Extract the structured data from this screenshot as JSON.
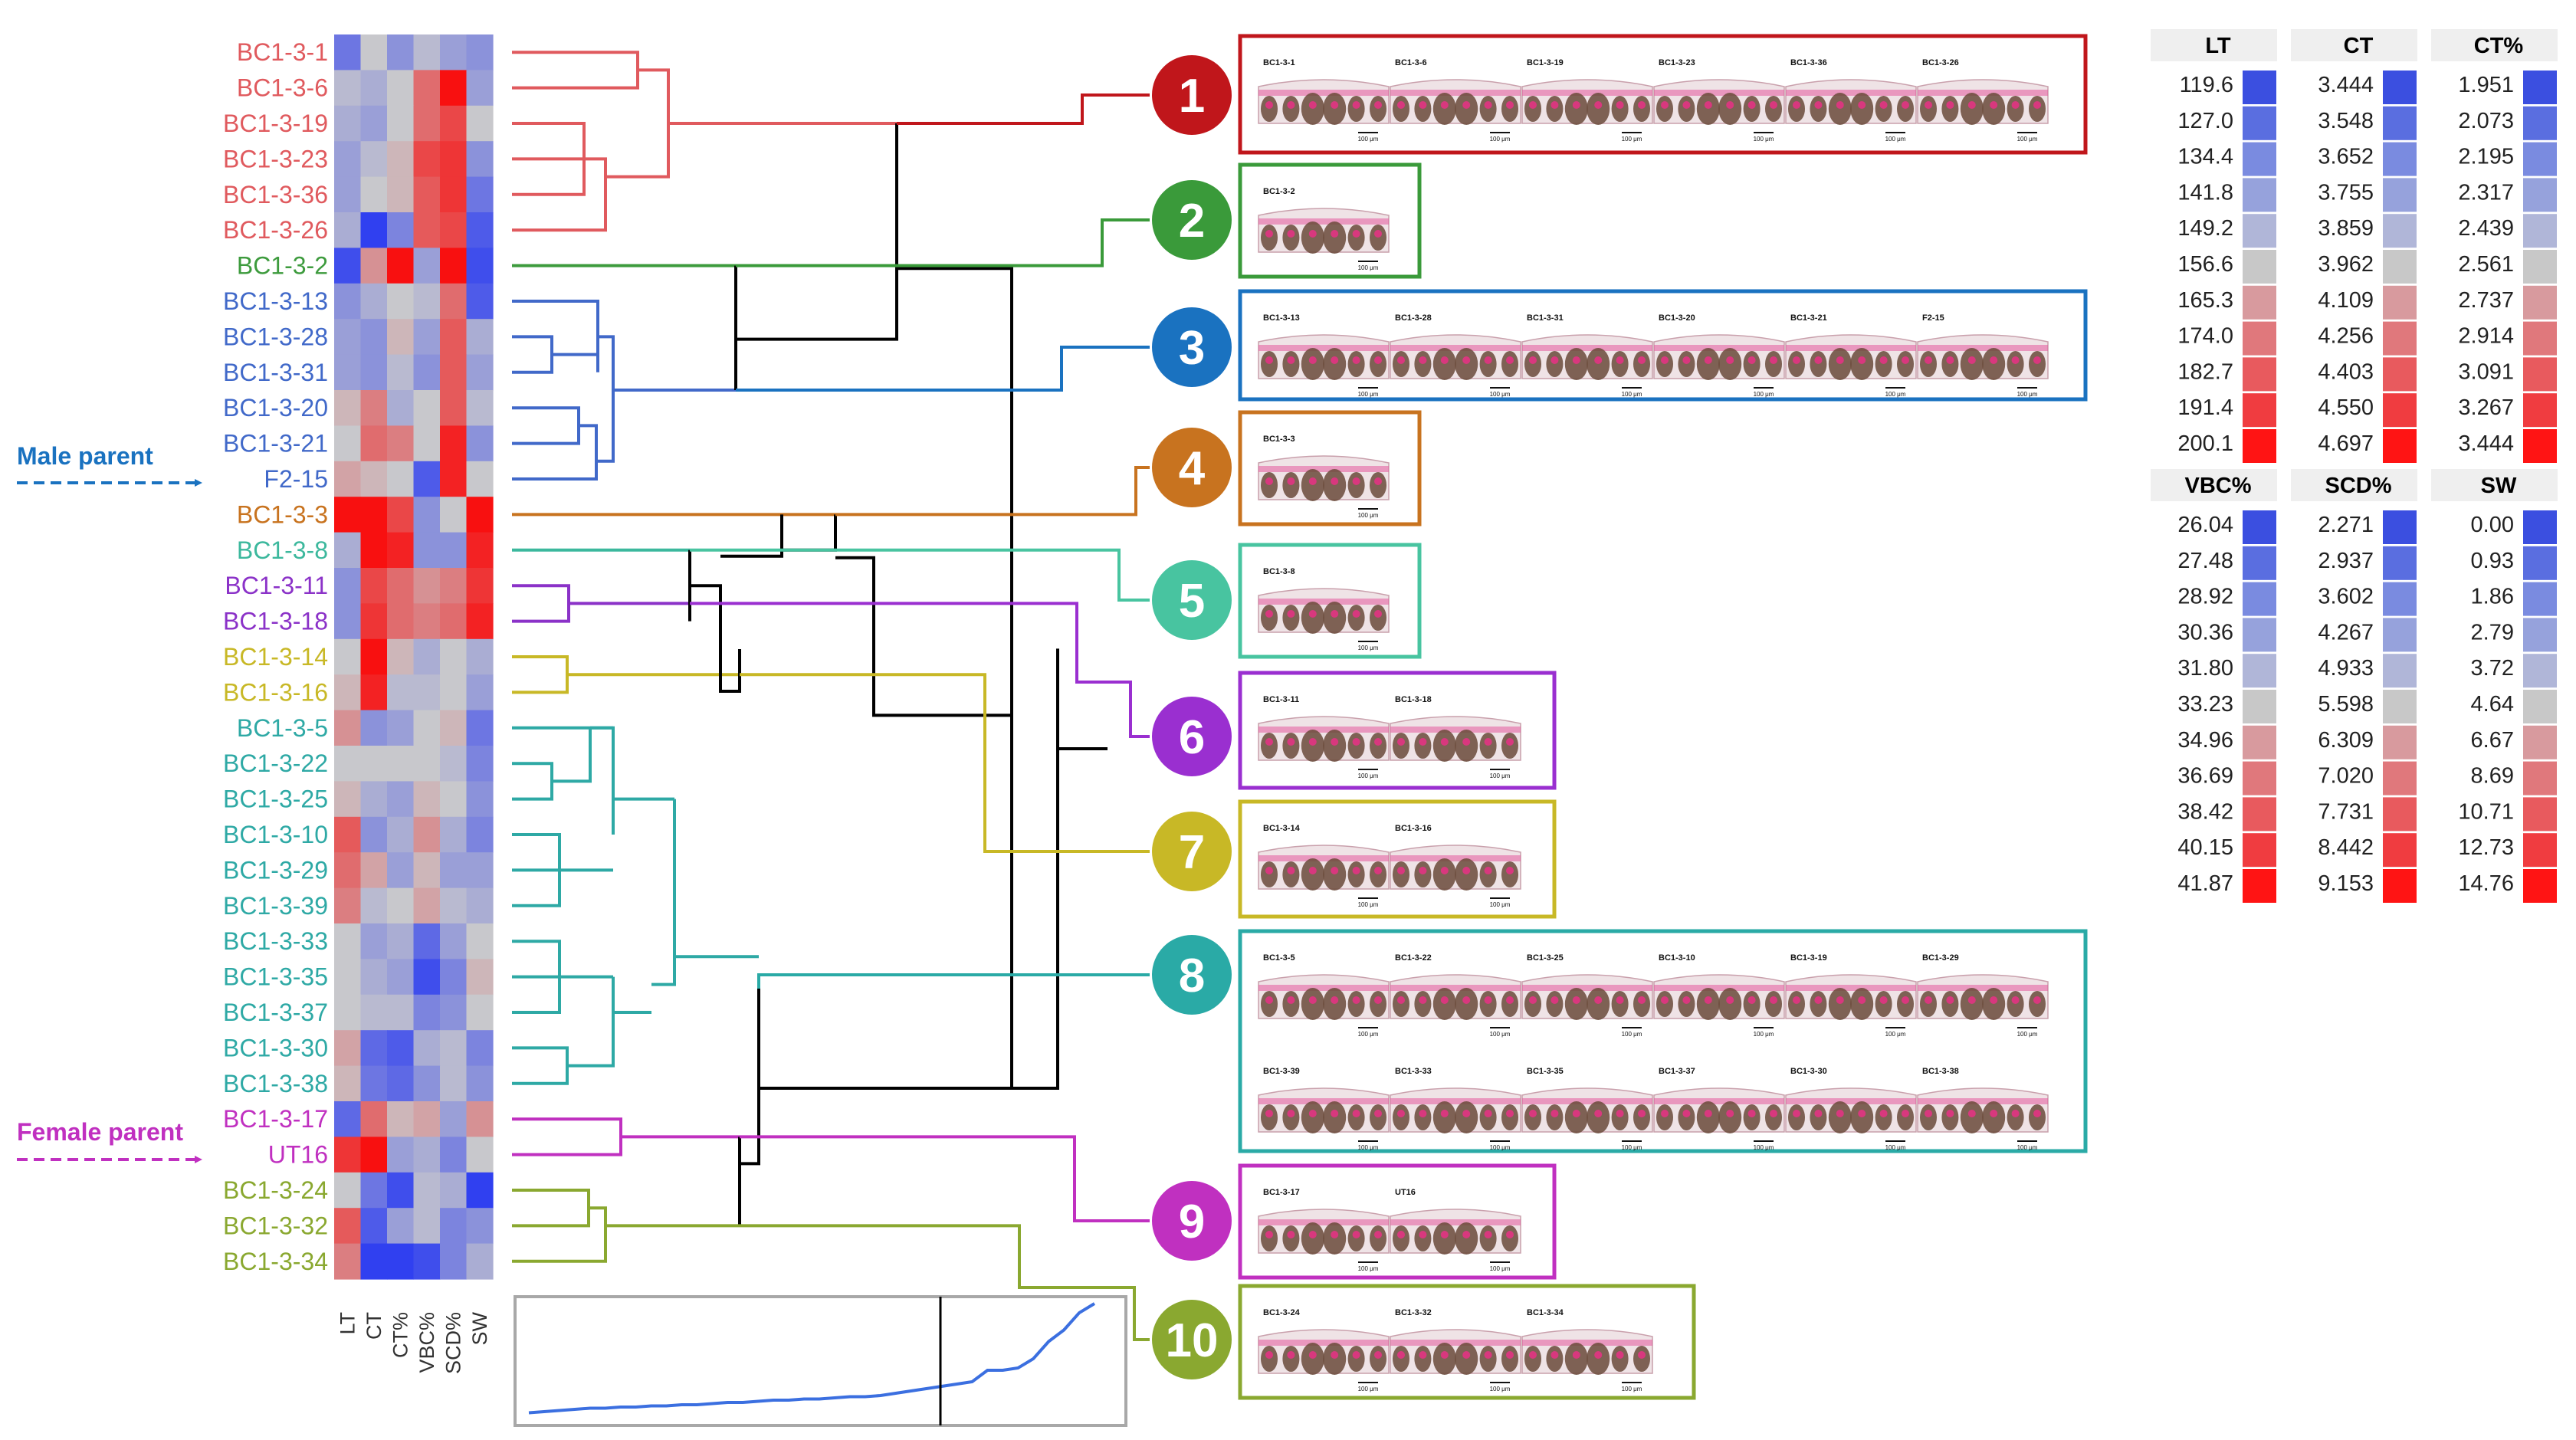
{
  "heatmap": {
    "columns": [
      "LT",
      "CT",
      "CT%",
      "VBC%",
      "SCD%",
      "SW"
    ],
    "rows": [
      {
        "name": "BC1-3-1",
        "group": 1,
        "values": [
          0.2,
          0.5,
          0.3,
          0.45,
          0.35,
          0.3
        ]
      },
      {
        "name": "BC1-3-6",
        "group": 1,
        "values": [
          0.45,
          0.4,
          0.5,
          0.75,
          1.0,
          0.35
        ]
      },
      {
        "name": "BC1-3-19",
        "group": 1,
        "values": [
          0.4,
          0.35,
          0.5,
          0.75,
          0.85,
          0.5
        ]
      },
      {
        "name": "BC1-3-23",
        "group": 1,
        "values": [
          0.35,
          0.45,
          0.55,
          0.85,
          0.9,
          0.3
        ]
      },
      {
        "name": "BC1-3-36",
        "group": 1,
        "values": [
          0.35,
          0.5,
          0.55,
          0.8,
          0.9,
          0.2
        ]
      },
      {
        "name": "BC1-3-26",
        "group": 1,
        "values": [
          0.4,
          0.0,
          0.25,
          0.8,
          0.85,
          0.1
        ]
      },
      {
        "name": "BC1-3-2",
        "group": 2,
        "values": [
          0.05,
          0.65,
          1.0,
          0.35,
          1.0,
          0.05
        ]
      },
      {
        "name": "BC1-3-13",
        "group": 3,
        "values": [
          0.3,
          0.4,
          0.5,
          0.45,
          0.75,
          0.1
        ]
      },
      {
        "name": "BC1-3-28",
        "group": 3,
        "values": [
          0.35,
          0.3,
          0.55,
          0.35,
          0.8,
          0.4
        ]
      },
      {
        "name": "BC1-3-31",
        "group": 3,
        "values": [
          0.35,
          0.3,
          0.45,
          0.3,
          0.8,
          0.35
        ]
      },
      {
        "name": "BC1-3-20",
        "group": 3,
        "values": [
          0.55,
          0.7,
          0.4,
          0.5,
          0.8,
          0.45
        ]
      },
      {
        "name": "BC1-3-21",
        "group": 3,
        "values": [
          0.5,
          0.75,
          0.7,
          0.5,
          0.95,
          0.3
        ]
      },
      {
        "name": "F2-15",
        "group": 3,
        "values": [
          0.6,
          0.55,
          0.5,
          0.1,
          0.95,
          0.5
        ]
      },
      {
        "name": "BC1-3-3",
        "group": 4,
        "values": [
          1.0,
          1.0,
          0.85,
          0.3,
          0.5,
          1.0
        ]
      },
      {
        "name": "BC1-3-8",
        "group": 5,
        "values": [
          0.4,
          1.0,
          0.95,
          0.3,
          0.3,
          0.95
        ]
      },
      {
        "name": "BC1-3-11",
        "group": 6,
        "values": [
          0.3,
          0.85,
          0.75,
          0.65,
          0.7,
          0.9
        ]
      },
      {
        "name": "BC1-3-18",
        "group": 6,
        "values": [
          0.3,
          0.9,
          0.75,
          0.7,
          0.75,
          0.95
        ]
      },
      {
        "name": "BC1-3-14",
        "group": 7,
        "values": [
          0.5,
          1.0,
          0.55,
          0.4,
          0.5,
          0.4
        ]
      },
      {
        "name": "BC1-3-16",
        "group": 7,
        "values": [
          0.55,
          0.95,
          0.45,
          0.45,
          0.5,
          0.35
        ]
      },
      {
        "name": "BC1-3-5",
        "group": 8,
        "values": [
          0.65,
          0.3,
          0.35,
          0.5,
          0.55,
          0.2
        ]
      },
      {
        "name": "BC1-3-22",
        "group": 8,
        "values": [
          0.5,
          0.5,
          0.5,
          0.5,
          0.45,
          0.25
        ]
      },
      {
        "name": "BC1-3-25",
        "group": 8,
        "values": [
          0.55,
          0.4,
          0.35,
          0.55,
          0.5,
          0.3
        ]
      },
      {
        "name": "BC1-3-10",
        "group": 8,
        "values": [
          0.8,
          0.3,
          0.4,
          0.65,
          0.4,
          0.25
        ]
      },
      {
        "name": "BC1-3-29",
        "group": 8,
        "values": [
          0.75,
          0.6,
          0.35,
          0.55,
          0.35,
          0.35
        ]
      },
      {
        "name": "BC1-3-39",
        "group": 8,
        "values": [
          0.7,
          0.45,
          0.5,
          0.6,
          0.45,
          0.4
        ]
      },
      {
        "name": "BC1-3-33",
        "group": 8,
        "values": [
          0.5,
          0.35,
          0.4,
          0.15,
          0.35,
          0.5
        ]
      },
      {
        "name": "BC1-3-35",
        "group": 8,
        "values": [
          0.5,
          0.4,
          0.35,
          0.05,
          0.25,
          0.55
        ]
      },
      {
        "name": "BC1-3-37",
        "group": 8,
        "values": [
          0.5,
          0.45,
          0.45,
          0.25,
          0.3,
          0.5
        ]
      },
      {
        "name": "BC1-3-30",
        "group": 8,
        "values": [
          0.6,
          0.15,
          0.1,
          0.4,
          0.45,
          0.25
        ]
      },
      {
        "name": "BC1-3-38",
        "group": 8,
        "values": [
          0.55,
          0.2,
          0.15,
          0.3,
          0.45,
          0.3
        ]
      },
      {
        "name": "BC1-3-17",
        "group": 9,
        "values": [
          0.15,
          0.75,
          0.55,
          0.6,
          0.35,
          0.65
        ]
      },
      {
        "name": "UT16",
        "group": 9,
        "values": [
          0.9,
          1.0,
          0.35,
          0.4,
          0.25,
          0.5
        ]
      },
      {
        "name": "BC1-3-24",
        "group": 10,
        "values": [
          0.5,
          0.2,
          0.05,
          0.45,
          0.4,
          0.0
        ]
      },
      {
        "name": "BC1-3-32",
        "group": 10,
        "values": [
          0.8,
          0.1,
          0.35,
          0.45,
          0.25,
          0.3
        ]
      },
      {
        "name": "BC1-3-34",
        "group": 10,
        "values": [
          0.7,
          0.0,
          0.0,
          0.05,
          0.25,
          0.4
        ]
      }
    ]
  },
  "group_colors": {
    "1": "#e05a5e",
    "2": "#3d9b3d",
    "3": "#4169c9",
    "4": "#c8731f",
    "5": "#3cb89d",
    "6": "#8b32c8",
    "7": "#c8b826",
    "8": "#2ea9a5",
    "9": "#c030c0",
    "10": "#8aa830"
  },
  "clusters": [
    {
      "number": "1",
      "color": "#c0161b",
      "samples": [
        "BC1-3-1",
        "BC1-3-6",
        "BC1-3-19",
        "BC1-3-23",
        "BC1-3-36",
        "BC1-3-26"
      ]
    },
    {
      "number": "2",
      "color": "#3a9a3a",
      "samples": [
        "BC1-3-2"
      ]
    },
    {
      "number": "3",
      "color": "#1a72c0",
      "samples": [
        "BC1-3-13",
        "BC1-3-28",
        "BC1-3-31",
        "BC1-3-20",
        "BC1-3-21",
        "F2-15"
      ]
    },
    {
      "number": "4",
      "color": "#c8731f",
      "samples": [
        "BC1-3-3"
      ]
    },
    {
      "number": "5",
      "color": "#48c4a0",
      "samples": [
        "BC1-3-8"
      ]
    },
    {
      "number": "6",
      "color": "#9a2fd0",
      "samples": [
        "BC1-3-11",
        "BC1-3-18"
      ]
    },
    {
      "number": "7",
      "color": "#c8b826",
      "samples": [
        "BC1-3-14",
        "BC1-3-16"
      ]
    },
    {
      "number": "8",
      "color": "#2aaaa6",
      "samples": [
        "BC1-3-5",
        "BC1-3-22",
        "BC1-3-25",
        "BC1-3-10",
        "BC1-3-19",
        "BC1-3-29",
        "BC1-3-39",
        "BC1-3-33",
        "BC1-3-35",
        "BC1-3-37",
        "BC1-3-30",
        "BC1-3-38"
      ]
    },
    {
      "number": "9",
      "color": "#c030c0",
      "samples": [
        "BC1-3-17",
        "UT16"
      ]
    },
    {
      "number": "10",
      "color": "#8aa830",
      "samples": [
        "BC1-3-24",
        "BC1-3-32",
        "BC1-3-34"
      ]
    }
  ],
  "parents": {
    "male": "Male parent",
    "female": "Female parent",
    "male_color": "#1a72c0",
    "female_color": "#c030c0"
  },
  "scale_bar_text": "100 μm",
  "legends": [
    {
      "title": "LT",
      "values": [
        "119.6",
        "127.0",
        "134.4",
        "141.8",
        "149.2",
        "156.6",
        "165.3",
        "174.0",
        "182.7",
        "191.4",
        "200.1"
      ]
    },
    {
      "title": "CT",
      "values": [
        "3.444",
        "3.548",
        "3.652",
        "3.755",
        "3.859",
        "3.962",
        "4.109",
        "4.256",
        "4.403",
        "4.550",
        "4.697"
      ]
    },
    {
      "title": "CT%",
      "values": [
        "1.951",
        "2.073",
        "2.195",
        "2.317",
        "2.439",
        "2.561",
        "2.737",
        "2.914",
        "3.091",
        "3.267",
        "3.444"
      ]
    },
    {
      "title": "VBC%",
      "values": [
        "26.04",
        "27.48",
        "28.92",
        "30.36",
        "31.80",
        "33.23",
        "34.96",
        "36.69",
        "38.42",
        "40.15",
        "41.87"
      ]
    },
    {
      "title": "SCD%",
      "values": [
        "2.271",
        "2.937",
        "3.602",
        "4.267",
        "4.933",
        "5.598",
        "6.309",
        "7.020",
        "7.731",
        "8.442",
        "9.153"
      ]
    },
    {
      "title": "SW",
      "values": [
        "0.00",
        "0.93",
        "1.86",
        "2.79",
        "3.72",
        "4.64",
        "6.67",
        "8.69",
        "10.71",
        "12.73",
        "14.76"
      ]
    }
  ],
  "legend_colors": [
    "#3b4fe0",
    "#5a6ee0",
    "#7a8be0",
    "#96a2dc",
    "#b0b6d8",
    "#c8c8c8",
    "#d89a9e",
    "#e0787c",
    "#e85a5e",
    "#f03c40",
    "#ff1414"
  ],
  "elbow_curve": [
    0.97,
    0.96,
    0.95,
    0.94,
    0.93,
    0.93,
    0.92,
    0.92,
    0.91,
    0.91,
    0.9,
    0.9,
    0.89,
    0.88,
    0.88,
    0.87,
    0.86,
    0.86,
    0.85,
    0.85,
    0.84,
    0.83,
    0.83,
    0.82,
    0.8,
    0.78,
    0.76,
    0.74,
    0.72,
    0.7,
    0.6,
    0.6,
    0.58,
    0.5,
    0.35,
    0.25,
    0.1,
    0.02
  ]
}
